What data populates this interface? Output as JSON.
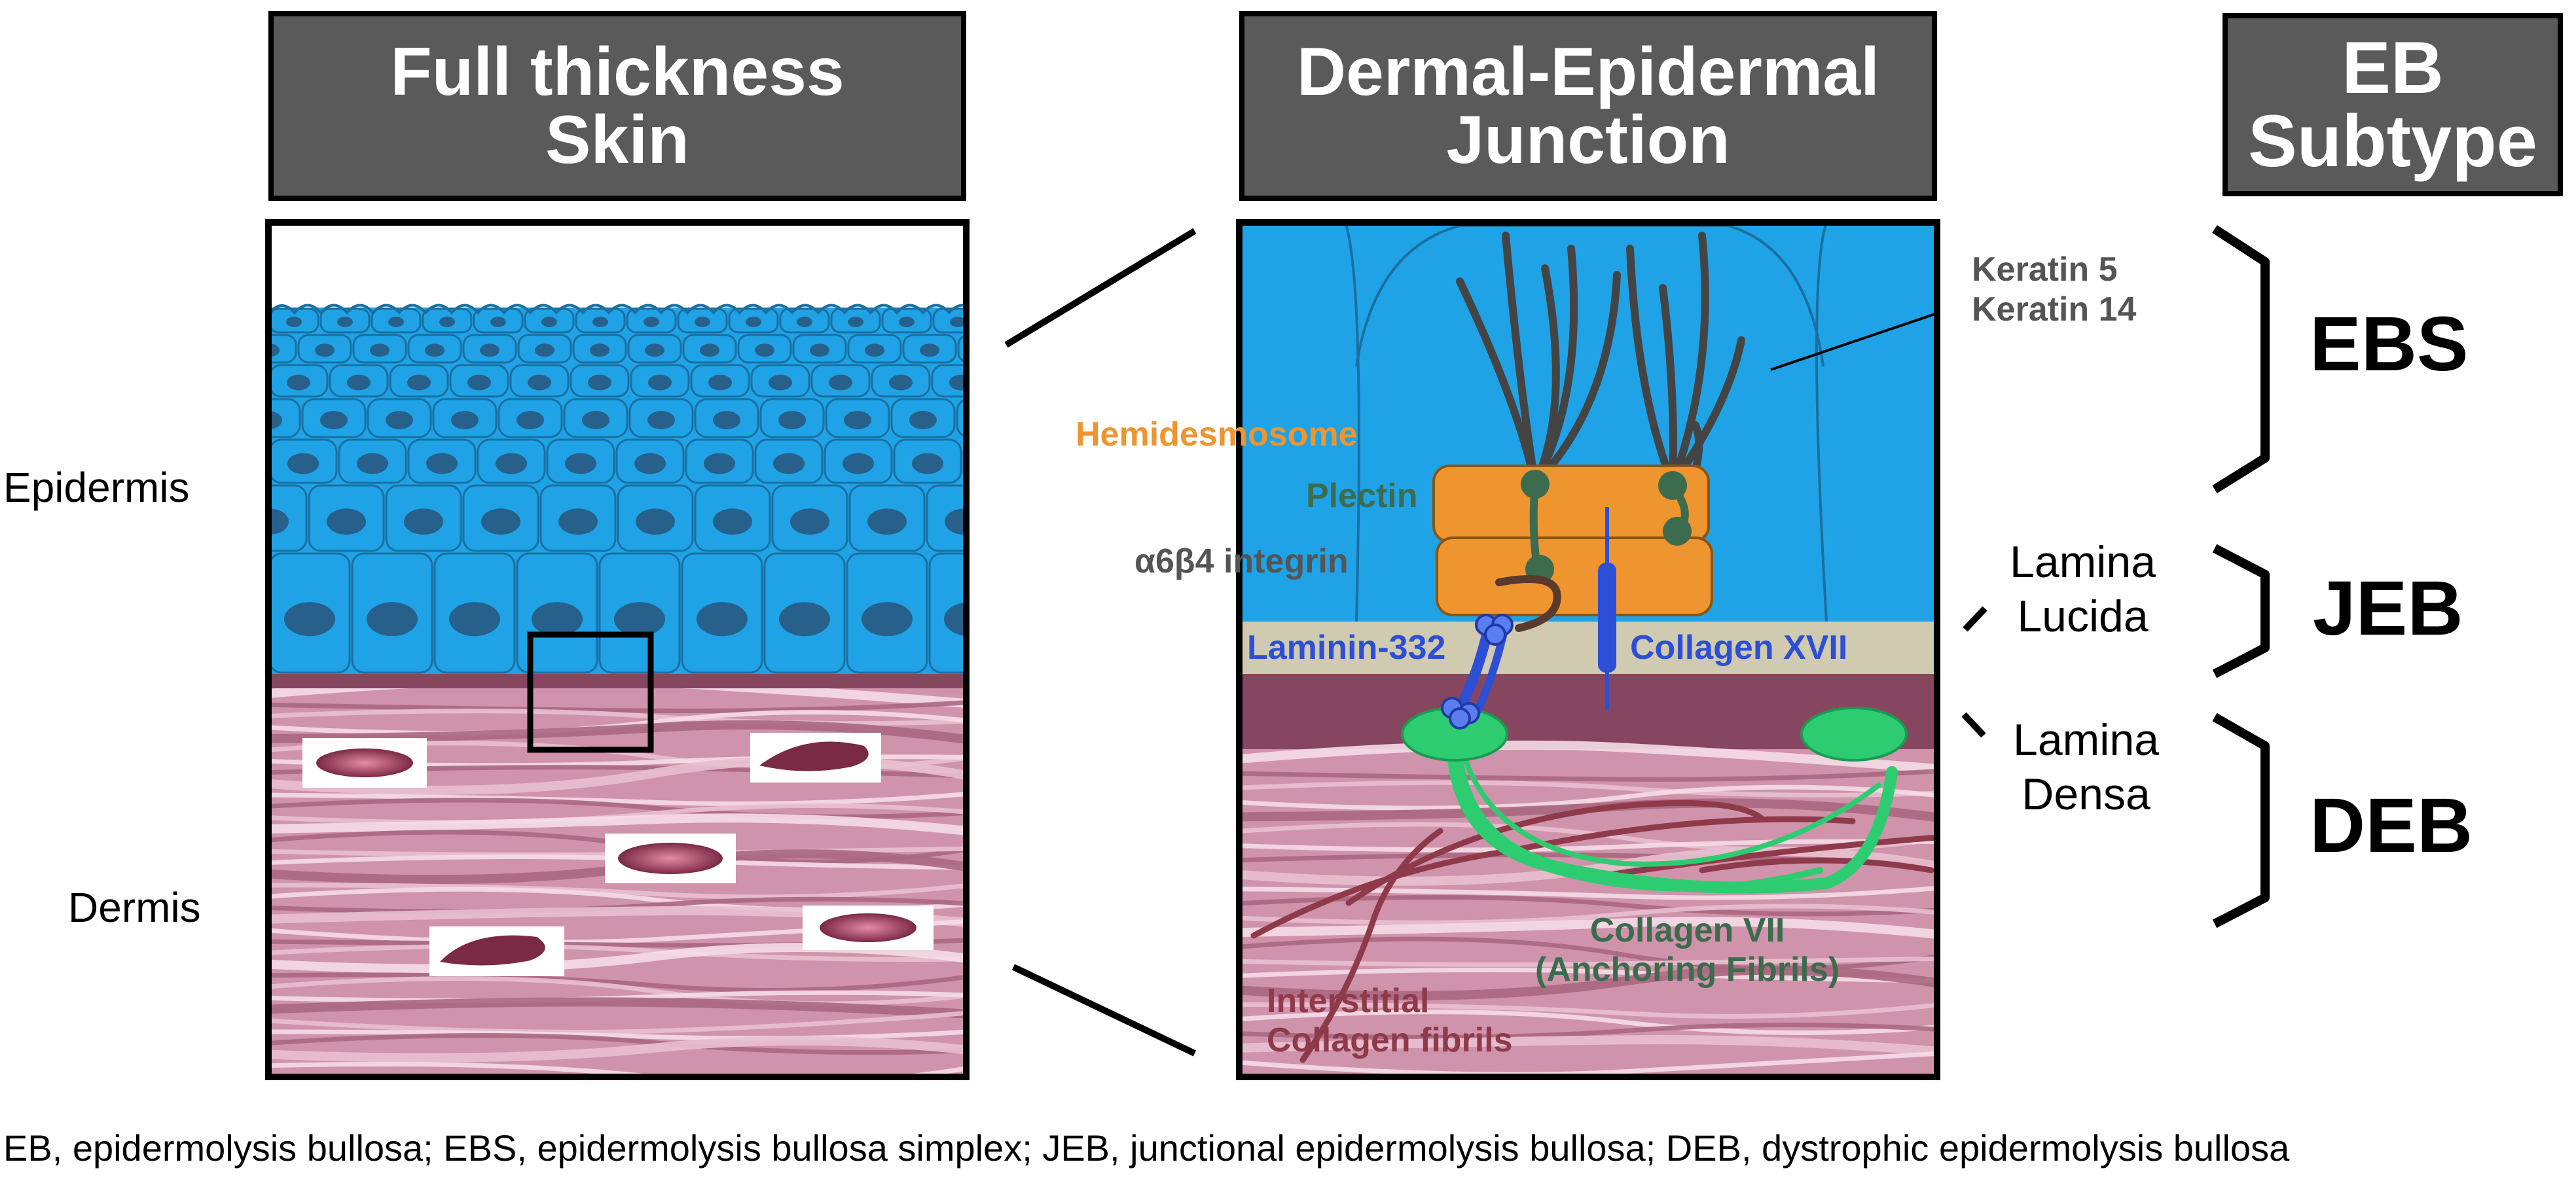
{
  "headers": {
    "full_thickness": [
      "Full thickness",
      "Skin"
    ],
    "dej": [
      "Dermal-Epidermal",
      "Junction"
    ],
    "eb_subtype": [
      "EB",
      "Subtype"
    ]
  },
  "side_labels": {
    "epidermis": "Epidermis",
    "dermis": "Dermis"
  },
  "proteins": {
    "keratin": [
      "Keratin 5",
      "Keratin 14"
    ],
    "hemidesmosome": "Hemidesmosome",
    "plectin": "Plectin",
    "integrin": "α6β4 integrin",
    "laminin": "Laminin-332",
    "collagen17": "Collagen XVII",
    "collagen7": [
      "Collagen VII",
      "(Anchoring Fibrils)"
    ],
    "interstitial": [
      "Interstitial",
      "Collagen fibrils"
    ]
  },
  "layers": {
    "lucida": [
      "Lamina",
      "Lucida"
    ],
    "densa": [
      "Lamina",
      "Densa"
    ]
  },
  "subtypes": {
    "ebs": "EBS",
    "jeb": "JEB",
    "deb": "DEB"
  },
  "footnote": "EB, epidermolysis bullosa; EBS, epidermolysis bullosa simplex; JEB, junctional epidermolysis bullosa; DEB, dystrophic epidermolysis bullosa",
  "colors": {
    "header_bg": "#5a5a5a",
    "epidermis_blue": "#1fa3e6",
    "dermis_pink": "#cf93ab",
    "lamina_lucida": "#cfcab0",
    "lamina_densa": "#874660",
    "hemidesmosome_orange": "#ef9530",
    "plectin_green": "#3c6b4e",
    "collagen7_green": "#2ecc71",
    "laminin_blue": "#2d4fd6",
    "interstitial_maroon": "#8e3a4a",
    "keratin_gray": "#444444"
  }
}
